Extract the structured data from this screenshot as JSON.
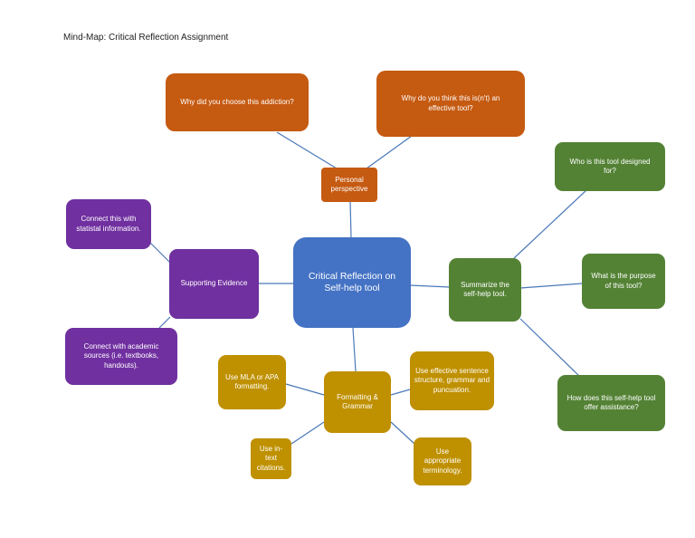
{
  "title": "Mind-Map: Critical Reflection Assignment",
  "colors": {
    "orange": "#c55a11",
    "blue": "#4472c4",
    "green": "#548235",
    "purple": "#7030a0",
    "gold": "#bf9000",
    "connector": "#4a78b8"
  },
  "nodes": {
    "center": "Critical Reflection on Self-help tool",
    "personal": "Personal perspective",
    "why_choose": "Why did you choose this addiction?",
    "why_effective": "Why do you think this is(n't) an effective tool?",
    "summarize": "Summarize the self-help tool.",
    "who_for": "Who is this tool designed for?",
    "purpose": "What is the purpose of this tool?",
    "how_assist": "How does this self-help tool offer assistance?",
    "supporting": "Supporting Evidence",
    "statistical": "Connect this with statistal information.",
    "academic": "Connect with academic sources (i.e. textbooks, handouts).",
    "formatting": "Formatting & Grammar",
    "mla": "Use MLA or APA formatting.",
    "in_text": "Use in-text citations.",
    "sentence": "Use effective sentence structure, grammar and puncuation.",
    "terminology": "Use appropriate terminology."
  }
}
